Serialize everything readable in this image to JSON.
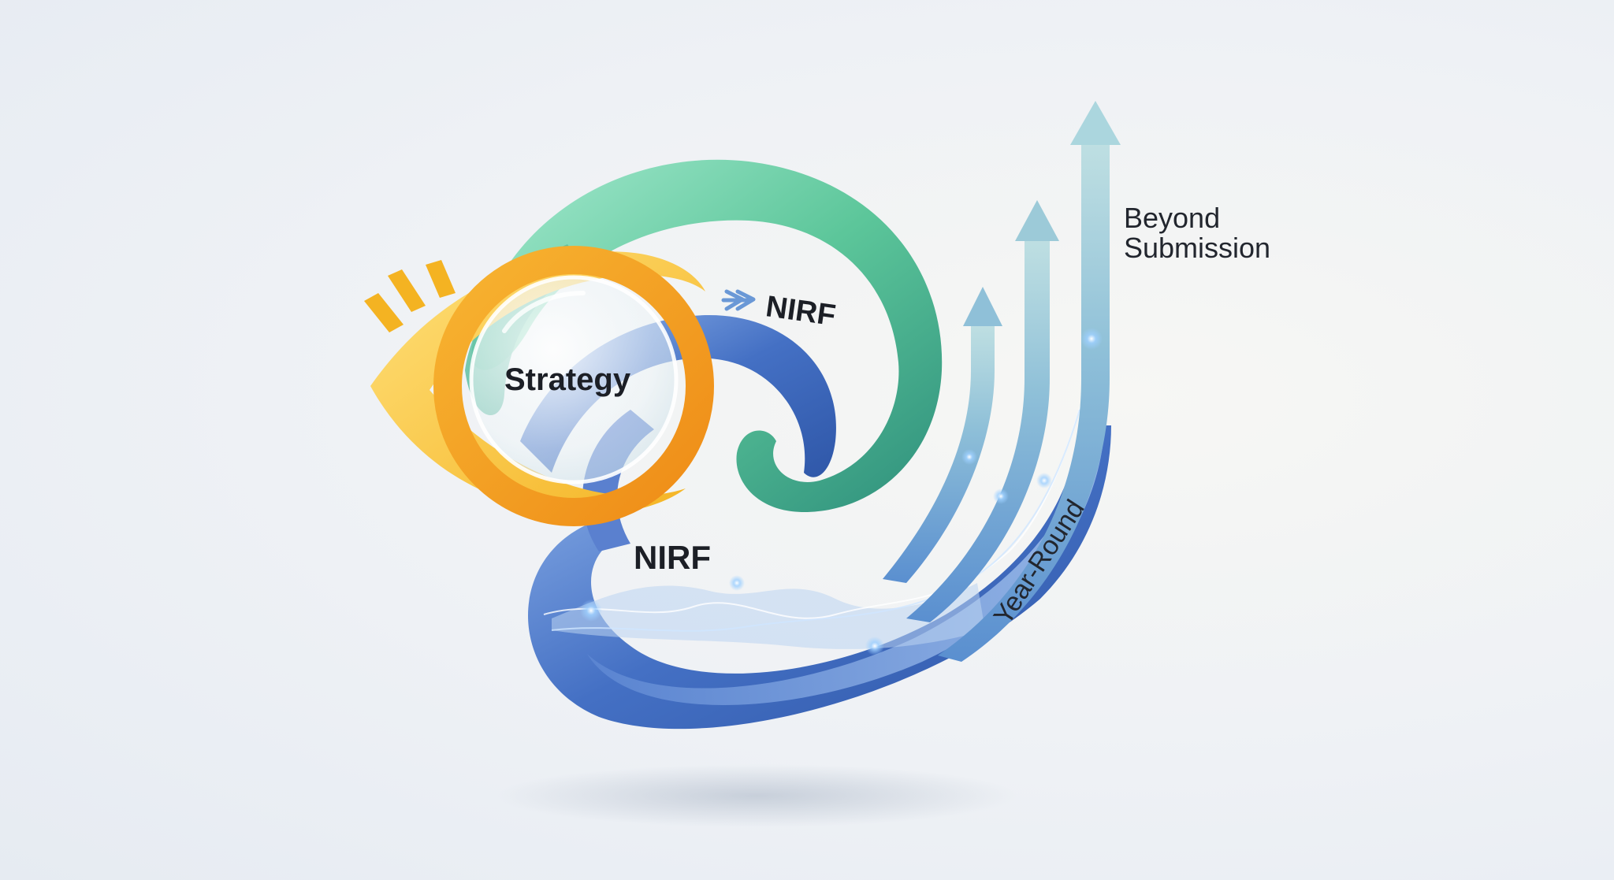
{
  "labels": {
    "strategy": "Strategy",
    "nirf_top": "NIRF",
    "nirf_bottom": "NIRF",
    "beyond_line1": "Beyond",
    "beyond_line2": "Submission",
    "year_round": "Year-Round"
  },
  "icons": {
    "eye": "eye-icon",
    "double_chevron": "double-chevron-right-icon",
    "growth_arrows": "arrow-up-icon"
  },
  "colors": {
    "eye_yellow": "#f7c234",
    "ring_orange": "#f29a1e",
    "swirl_green": "#5cc69a",
    "swirl_teal": "#2e9a86",
    "ribbon_blue": "#3f6fc3",
    "ribbon_light_blue": "#7ba6e0",
    "arrow_blue": "#7fb3d4",
    "glow": "#9ed0ff"
  }
}
